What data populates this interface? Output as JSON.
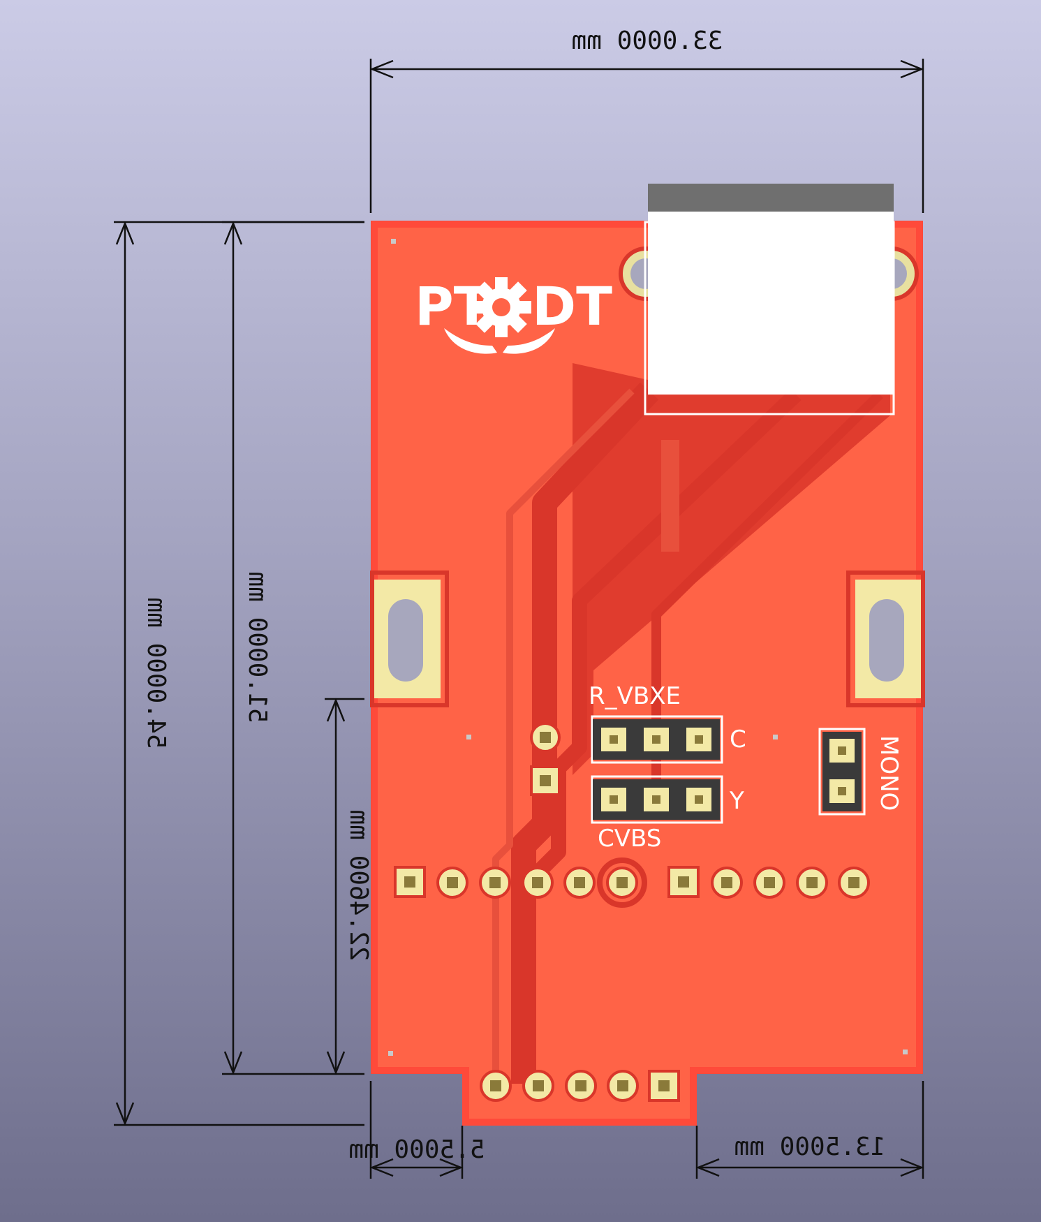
{
  "dimensions": {
    "top_width": "33.0000 mm",
    "left_outer_height": "54.0000 mm",
    "left_inner_height": "51.0000 mm",
    "lower_height": "22.4600 mm",
    "bottom_left": "5.5000 mm",
    "bottom_right": "13.5000 mm"
  },
  "silkscreen": {
    "logo_left": "PT",
    "logo_right": "DT",
    "jumper_top_label": "R_VBXE",
    "jumper_c_label": "C",
    "jumper_y_label": "Y",
    "jumper_bottom_label": "CVBS",
    "mono_label": "MONO"
  },
  "colors": {
    "board": "#ff6347",
    "copper_pour": "#e03c2e",
    "pad": "#f3e9a6",
    "dimension": "#111111"
  }
}
